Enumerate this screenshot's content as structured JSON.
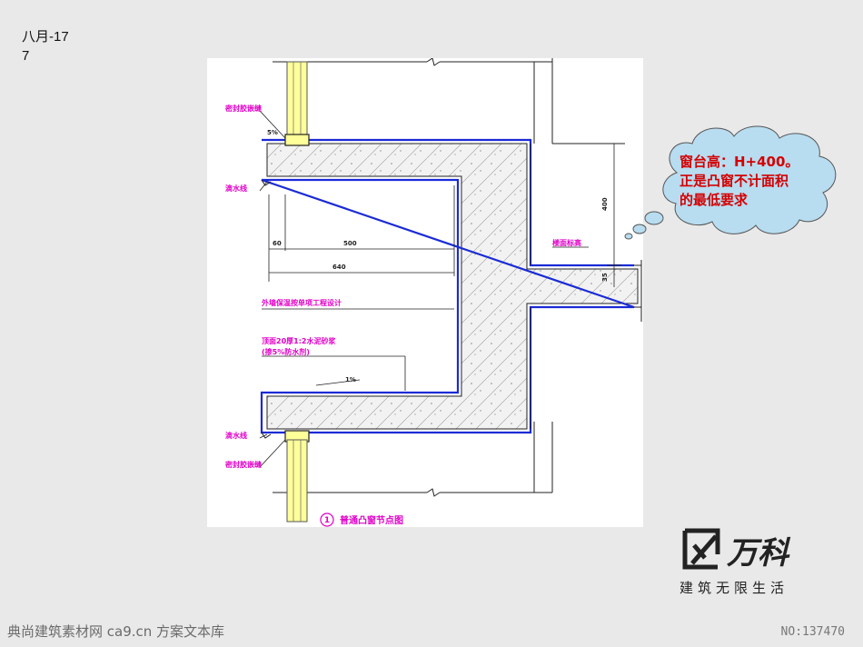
{
  "slide": {
    "date_line1": "八月-17",
    "date_line2": "7"
  },
  "drawing": {
    "caption_number": "1",
    "caption": "普通凸窗节点图",
    "labels": {
      "seal_top": "密封胶嵌缝",
      "slope_top": "5%",
      "drip_top": "滴水线",
      "dim_60": "60",
      "dim_500": "500",
      "dim_640": "640",
      "dim_400": "400",
      "dim_35": "35",
      "floor_level": "楼面标高",
      "exterior_insulation": "外墙保温按单项工程设计",
      "mortar_line1": "顶面20厚1:2水泥砂浆",
      "mortar_line2": "(掺5%防水剂)",
      "slope_bottom": "1%",
      "drip_bottom": "滴水线",
      "seal_bottom": "密封胶嵌缝"
    }
  },
  "callout": {
    "line1": "窗台高：H+400。",
    "line2": "正是凸窗不计面积",
    "line3": "的最低要求"
  },
  "logo": {
    "brand": "万科",
    "slogan": "建筑无限生活"
  },
  "watermarks": {
    "left": "典尚建筑素材网 ca9.cn 方案文本库",
    "right": "NO:137470"
  },
  "colors": {
    "outline_blue": "#1a2bd6",
    "annotation_magenta": "#e000c8",
    "callout_red": "#d40000",
    "callout_fill": "#b8dcf0",
    "window_yellow": "#ffff99"
  }
}
